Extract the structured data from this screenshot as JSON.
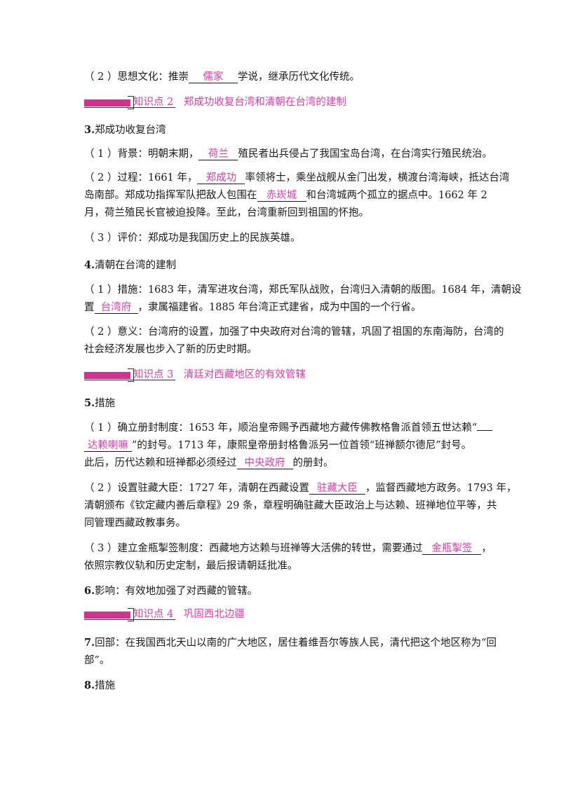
{
  "p1": {
    "a": "（ 2 ）思想文化：推崇",
    "blank": "儒家",
    "b": "学说，继承历代文化传统。"
  },
  "h2": {
    "text": "知识点 2　郑成功收复台湾和清朝在台湾的建制"
  },
  "s3": {
    "num": "3.",
    "text": "郑成功收复台湾"
  },
  "p3_1": {
    "a": "（ 1 ）背景：明朝末期，",
    "blank": "荷兰",
    "b": "殖民者出兵侵占了我国宝岛台湾，在台湾实行殖民统治。"
  },
  "p3_2": {
    "a": "（ 2 ）过程：1661 年，",
    "blank1": "郑成功",
    "b": "率领将士，乘坐战舰从金门出发，横渡台湾海峡，抵达台湾",
    "c": "岛南部。郑成功指挥军队把敌人包围在",
    "blank2": "赤崁城",
    "d": "和台湾城两个孤立的据点中。1662 年 2",
    "e": "月，荷兰殖民长官被迫投降。至此，台湾重新回到祖国的怀抱。"
  },
  "p3_3": {
    "text": "（ 3 ）评价：郑成功是我国历史上的民族英雄。"
  },
  "s4": {
    "num": "4.",
    "text": "清朝在台湾的建制"
  },
  "p4_1": {
    "a": "（ 1 ）措施：1683 年，清军进攻台湾，郑氏军队战败，台湾归入清朝的版图。1684 年，清朝设",
    "b": "置",
    "blank": "台湾府",
    "c": "，隶属福建省。1885 年台湾正式建省，成为中国的一个行省。"
  },
  "p4_2": {
    "a": "（ 2 ）意义：台湾府的设置，加强了中央政府对台湾的管辖，巩固了祖国的东南海防，台湾的",
    "b": "社会经济发展也步入了新的历史时期。"
  },
  "h3": {
    "text": "知识点 3　清廷对西藏地区的有效管辖"
  },
  "s5": {
    "num": "5.",
    "text": "措施"
  },
  "p5_1": {
    "a": "（ 1 ）确立册封制度：1653 年，顺治皇帝赐予西藏地方藏传佛教格鲁派首领五世达赖“",
    "blank1": "达赖喇嘛",
    "b": "”的封号。1713 年，康熙皇帝册封格鲁派另一位首领“班禅额尔德尼”封号。",
    "c": "此后，历代达赖和班禅都必须经过",
    "blank2": "中央政府",
    "d": "的册封。"
  },
  "p5_2": {
    "a": "（ 2 ）设置驻藏大臣：1727 年，清朝在西藏设置",
    "blank": "驻藏大臣",
    "b": "，监督西藏地方政务。1793 年，",
    "c": "清朝颁布《钦定藏内善后章程》29 条，章程明确驻藏大臣政治上与达赖、班禅地位平等，共",
    "d": "同管理西藏政教事务。"
  },
  "p5_3": {
    "a": "（ 3 ）建立金瓶掣签制度：西藏地方达赖与班禅等大活佛的转世，需要通过",
    "blank": "金瓶掣签",
    "b": "，",
    "c": "依照宗教仪轨和历史定制，最后报请朝廷批准。"
  },
  "s6": {
    "num": "6.",
    "text": "影响：有效地加强了对西藏的管辖。"
  },
  "h4": {
    "text": "知识点 4　巩固西北边疆"
  },
  "s7": {
    "num": "7.",
    "a": "回部：在我国西北天山以南的广大地区，居住着维吾尔等族人民，清代把这个地区称为“回",
    "b": "部”。"
  },
  "s8": {
    "num": "8.",
    "text": "措施"
  },
  "colors": {
    "accent": "#e23aa6",
    "tag": "#d0338f"
  }
}
